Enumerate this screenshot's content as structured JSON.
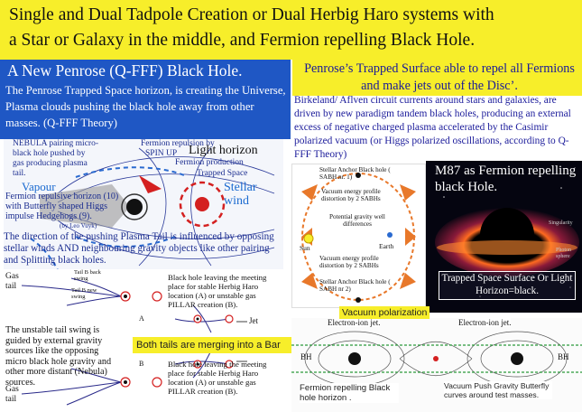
{
  "banner": {
    "line1": "Single and Dual Tadpole Creation or Dual Herbig Haro systems with",
    "line2": "a Star or Galaxy in the middle, and Fermion repelling Black Hole."
  },
  "left_box": {
    "title": "A New Penrose (Q-FFF) Black Hole.",
    "body": "The Penrose Trapped Space horizon, is creating the Universe, Plasma clouds pushing the black hole away from other masses. (Q-FFF Theory)"
  },
  "right_box": {
    "title": "Penrose’s Trapped Surface able to repel all Fermions and make jets out of the Disc’.",
    "body": "Birkeland/ Aflven circuit currents around stars and galaxies, are driven by new paradigm tandem black holes, producing an external excess of negative charged plasma accelerated by the Casimir polarized vacuum (or Higgs polarized oscillations, according to Q-FFF Theory)"
  },
  "nebula_diagram": {
    "nebula_text": "NEBULA pairing micro-black hole pushed by gas producing plasma tail.",
    "fermion_repulsion": "Fermion repulsion by",
    "spin_up": "SPIN UP",
    "light_horizon": "Light horizon",
    "fermion_production": "Fermion production",
    "trapped_space": "Trapped Space",
    "stellar_wind": "Stellar wind",
    "vapour": "Vapour",
    "repulsive_horizon": "Fermion repulsive horizon (10) with Butterfly shaped Higgs impulse Hedgehogs (9).",
    "by_leo": "(by Leo Vuyk)",
    "direction_text": "The direction of the pushing Plasma Tail is influenced by opposing stellar winds AND neighbouring gravity objects like other pairing and Splitting black holes."
  },
  "tail_diagram": {
    "gas_tail_top": "Gas tail",
    "tail_b_back": "Tail B back swing",
    "tail_b_new": "Tail B new swing",
    "leaving_top": "Black hole leaving the meeting place for stable Herbig Haro location (A) or unstable gas PILLAR creation (B).",
    "unstable_text": "The unstable tail swing is guided by external gravity sources like the opposing micro black hole gravity and other more distant (Nebula) sources.",
    "jet": "Jet",
    "merging": "Both tails are merging into a Bar",
    "leaving_bottom": "Black hole leaving the meeting place for stable Herbig Haro location (A) or unstable gas PILLAR creation (B).",
    "gas_tail_bottom": "Gas tail",
    "label_a": "A",
    "label_b": "B"
  },
  "center_diagram": {
    "anchor1": "Stellar Anchor Black hole ( SABH nr. 1)",
    "profile1": "Vacuum energy profile distortion by 2 SABHs",
    "potential": "Potential gravity well differences",
    "sun": "Sun",
    "earth": "Earth",
    "profile2": "Vacuum energy profile distortion by 2 SABHs",
    "anchor2": "Stellar Anchor Black hole ( SABH nr 2)"
  },
  "m87": {
    "title": "M87 as Fermion repelling black Hole.",
    "singularity": "Singularity",
    "photon_sphere": "Photon sphere",
    "caption": "Trapped Space Surface Or Light Horizon=black."
  },
  "bottom_right": {
    "vacuum_polarization": "Vacuum polarization",
    "electron_jet_left": "Electron-ion jet.",
    "electron_jet_right": "Electron-ion jet.",
    "bh_left": "BH",
    "bh_right": "BH",
    "fermion_label": "Fermion repelling Black hole horizon .",
    "vacuum_push": "Vacuum Push Gravity Butterfly curves around test masses."
  },
  "colors": {
    "banner": "#f7ee2a",
    "blue_box": "#1f57c4",
    "dark_blue_text": "#1a1a9a",
    "diagram_blue": "#1a2c8f",
    "red_accent": "#d42020",
    "orange_arrows": "#e8782a"
  }
}
